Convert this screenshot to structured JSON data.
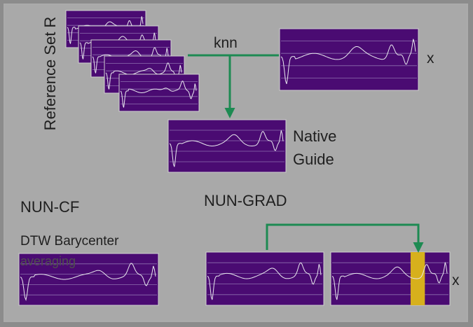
{
  "labels": {
    "reference_set": "Reference Set R",
    "knn": "knn",
    "x_top": "x",
    "native": "Native",
    "guide": "Guide",
    "nun_grad": "NUN-GRAD",
    "nun_cf": "NUN-CF",
    "dtw": "DTW Barycenter",
    "averaging": "averaging",
    "x_bottom": "x"
  },
  "colors": {
    "background": "#a9a9a9",
    "plot_fill": "#4a0b72",
    "grid": "#8e6fb0",
    "trace": "#e8e8ee",
    "arrow": "#1d8a52",
    "highlight": "#d7b01c"
  }
}
